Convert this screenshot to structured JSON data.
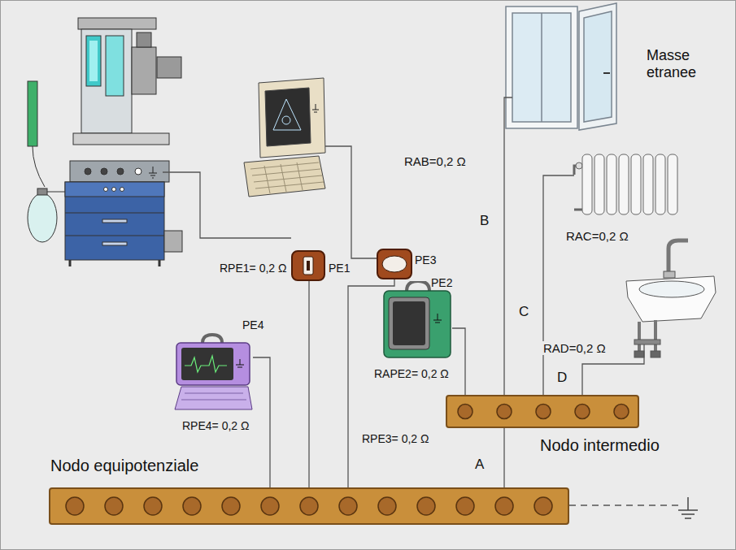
{
  "diagram": {
    "nodes": [
      {
        "text": [
          "Nodo equipotenziale"
        ]
      },
      {
        "text": [
          "Nodo intermedio"
        ]
      },
      {
        "text": [
          "PE1"
        ]
      },
      {
        "text": [
          "PE3"
        ]
      },
      {
        "text": [
          "PE2"
        ]
      },
      {
        "text": [
          "PE4"
        ]
      }
    ],
    "edges": [
      {
        "from": 5,
        "to": 0,
        "arrow": "none",
        "label": "RPE4= 0,2 Ω"
      },
      {
        "from": 2,
        "to": 0,
        "arrow": "none",
        "label": "RPE1= 0,2 Ω"
      },
      {
        "from": 3,
        "to": 0,
        "arrow": "none",
        "label": "RPE3= 0,2 Ω"
      },
      {
        "from": 4,
        "to": 1,
        "arrow": "none",
        "label": "RAPE2= 0,2 Ω"
      },
      {
        "from": 1,
        "to": 0,
        "arrow": "none",
        "label": "A"
      }
    ],
    "labels": [
      "Masse etranee",
      "RAB=0,2 Ω",
      "B",
      "RAC=0,2 Ω",
      "C",
      "RAD=0,2 Ω",
      "D"
    ]
  }
}
